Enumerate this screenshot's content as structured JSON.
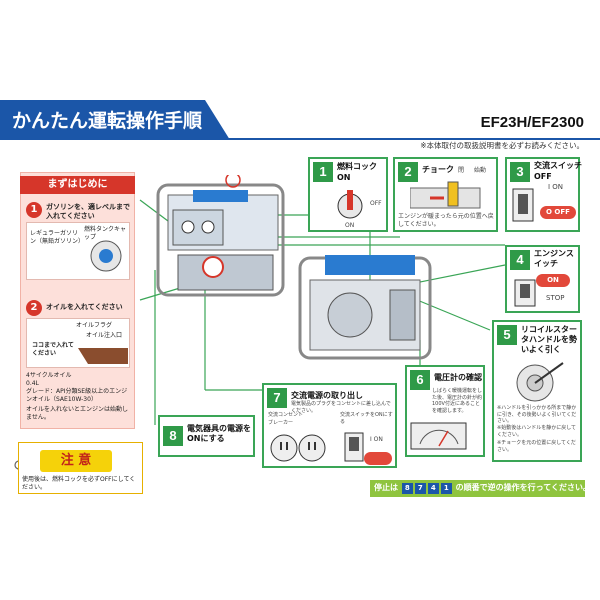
{
  "header": {
    "title": "かんたん運転操作手順",
    "model": "EF23H/EF2300",
    "notice": "※本体取付の取扱説明書を必ずお読みください。"
  },
  "first_steps": {
    "title": "まずはじめに",
    "step1": {
      "number": "1",
      "title": "ガソリンを、適レベルまで入れてください",
      "fuel_note": "レギュラーガソリン（無鉛ガソリン）",
      "cap_label": "燃料タンクキャップ"
    },
    "step2": {
      "number": "2",
      "title": "オイルを入れてください",
      "plug_label": "オイルフラグ",
      "level_label": "オイル注入口",
      "fill_note": "ココまで入れてください",
      "oil_type": "4サイクルオイル",
      "capacity": "0.4L",
      "grade": "グレード：API分類SE級以上のエンジンオイル（SAE10W-30）",
      "warning": "オイルを入れないとエンジンは始動しません。"
    }
  },
  "steps": {
    "s1": {
      "number": "1",
      "title": "燃料コック",
      "state": "ON",
      "off": "OFF",
      "on": "ON"
    },
    "s2": {
      "number": "2",
      "title": "チョーク",
      "close": "閉",
      "open": "始動",
      "note": "エンジンが暖まったら元の位置へ戻してください。"
    },
    "s3": {
      "number": "3",
      "title": "交流スイッチ",
      "state": "OFF",
      "i_on": "I ON",
      "o_off": "O OFF"
    },
    "s4": {
      "number": "4",
      "title": "エンジンスイッチ",
      "state": "ON",
      "on": "ON",
      "stop": "STOP"
    },
    "s5": {
      "number": "5",
      "title": "リコイルスタータハンドルを勢いよく引く",
      "note1": "※ハンドルを引っかかる所まで静かに引き、その後勢いよく引いてください。",
      "note2": "※始動後はハンドルを静かに戻してください。",
      "note3": "※チョークを元の位置に戻してください。"
    },
    "s6": {
      "number": "6",
      "title": "電圧計の確認",
      "note": "しばらく暖機運転をした後、電圧計の針が約100V付近にあることを確認します。"
    },
    "s7": {
      "number": "7",
      "title": "交流電源の取り出し",
      "note": "電気製品のプラグをコンセントに差し込んでください。",
      "outlet_label": "交流コンセント",
      "breaker_label": "ブレーカー",
      "switch_label": "交流スイッチをONにする",
      "on": "I ON"
    },
    "s8": {
      "number": "8",
      "title": "電気器具の電源をONにする"
    }
  },
  "caution": {
    "title": "注 意",
    "text": "使用後は、燃料コックを必ずOFFにしてください。"
  },
  "stop_bar": {
    "prefix": "停止は",
    "nums": [
      "8",
      "7",
      "4",
      "1"
    ],
    "suffix": "の順番で逆の操作を行ってください。"
  }
}
